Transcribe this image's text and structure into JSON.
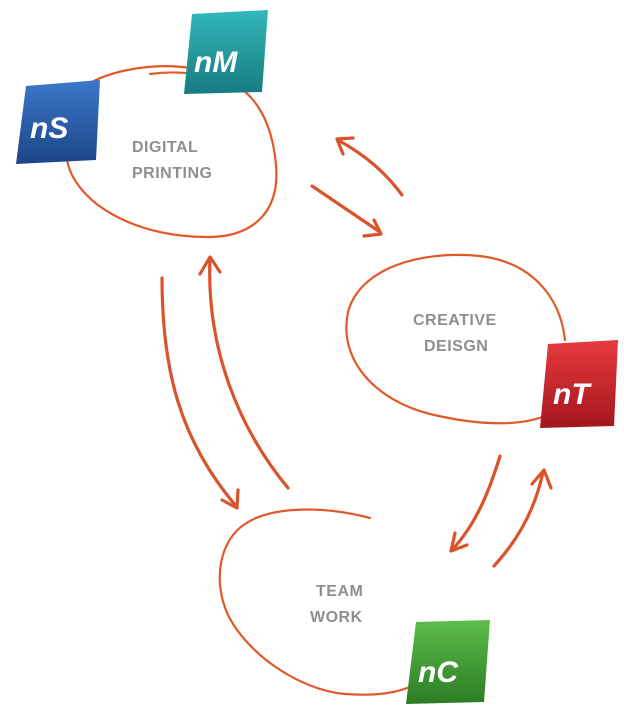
{
  "nodes": {
    "digital_printing": {
      "label_line1": "DIGITAL",
      "label_line2": "PRINTING"
    },
    "creative_design": {
      "label_line1": "CREATIVE",
      "label_line2": "DEISGN"
    },
    "team_work": {
      "label_line1": "TEAM",
      "label_line2": "WORK"
    }
  },
  "badges": {
    "ns": {
      "text": "nS",
      "color": "#2e64b4",
      "color_dark": "#1c4588"
    },
    "nm": {
      "text": "nM",
      "color": "#28a5a8",
      "color_dark": "#177b80"
    },
    "nt": {
      "text": "nT",
      "color": "#d8262d",
      "color_dark": "#a3161c"
    },
    "nc": {
      "text": "nC",
      "color": "#48a83a",
      "color_dark": "#2c7d24"
    }
  },
  "colors": {
    "stroke": "#e0592a",
    "label": "#8f8f8f"
  }
}
